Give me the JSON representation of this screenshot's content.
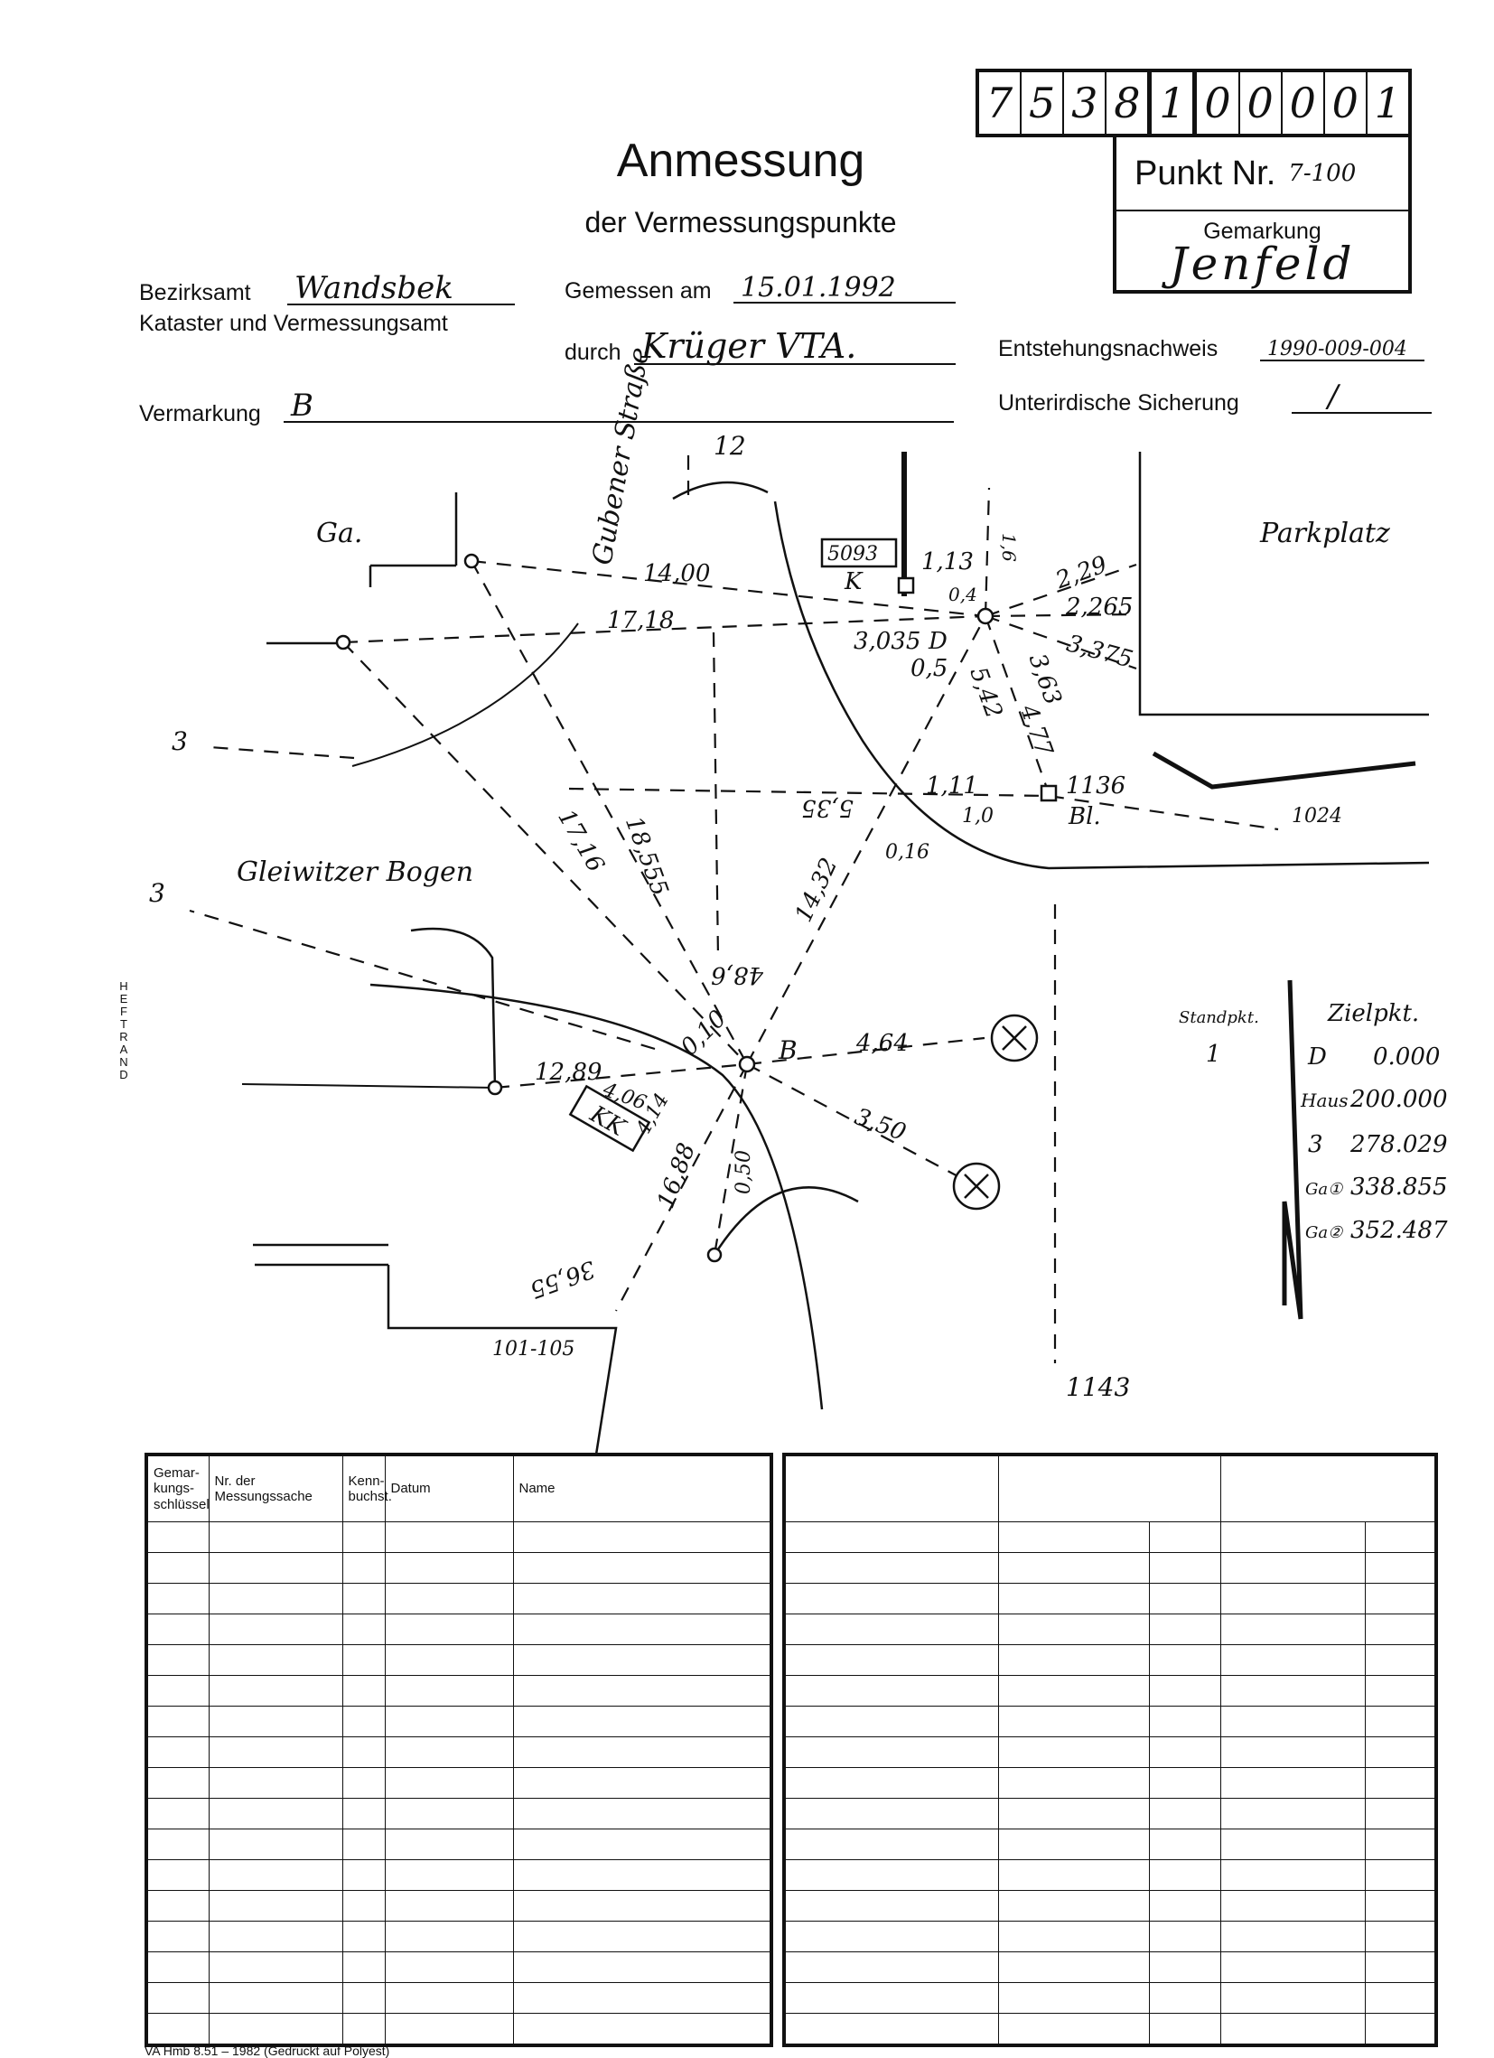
{
  "number_box": {
    "digits": [
      "7",
      "5",
      "3",
      "8",
      "1",
      "0",
      "0",
      "0",
      "0",
      "1"
    ]
  },
  "punkt": {
    "label": "Punkt Nr.",
    "value": "7-100"
  },
  "gemarkung": {
    "label": "Gemarkung",
    "value": "Jenfeld"
  },
  "title": {
    "main": "Anmessung",
    "sub": "der Vermessungspunkte"
  },
  "header": {
    "bezirksamt_label": "Bezirksamt",
    "bezirksamt_value": "Wandsbek",
    "amt_label": "Kataster und Vermessungsamt",
    "gemessen_label": "Gemessen am",
    "gemessen_value": "15.01.1992",
    "durch_label": "durch",
    "durch_value": "Krüger VTA.",
    "entstehung_label": "Entstehungsnachweis",
    "entstehung_value": "1990-009-004",
    "vermarkung_label": "Vermarkung",
    "vermarkung_value": "B",
    "sicherung_label": "Unterirdische Sicherung",
    "sicherung_value": "/"
  },
  "margin_label": "HEFTRAND",
  "sketch": {
    "streets": [
      "Gubener Straße",
      "Gleiwitzer Bogen",
      "Parkplatz",
      "Ga."
    ],
    "measurements": [
      "14,00",
      "17,18",
      "17,16",
      "18,555",
      "5,35",
      "14,32",
      "3,035",
      "0,5",
      "5,42",
      "3,63",
      "4,77",
      "2,29",
      "2,265",
      "3,375",
      "1,13",
      "0,4",
      "1,6",
      "1,11",
      "1,0",
      "0,16",
      "48,6",
      "0,10",
      "4,64",
      "3,50",
      "12,89",
      "4,06",
      "4,14",
      "16,88",
      "0,50",
      "36,55"
    ],
    "point_labels": [
      "5093",
      "K",
      "D",
      "1136",
      "Bl.",
      "1024",
      "1143",
      "12",
      "3",
      "3",
      "B",
      "KK",
      "101-105"
    ]
  },
  "legend": {
    "standpkt_label": "Standpkt.",
    "standpkt_value": "1",
    "zielpkt_label": "Zielpkt.",
    "rows": [
      {
        "ziel": "D",
        "value": "0.000"
      },
      {
        "ziel": "Haus",
        "value": "200.000"
      },
      {
        "ziel": "3",
        "value": "278.029"
      },
      {
        "ziel": "Ga①",
        "value": "338.855"
      },
      {
        "ziel": "Ga②",
        "value": "352.487"
      }
    ]
  },
  "table": {
    "headers": [
      "Gemar-kungs-schlüssel",
      "Nr. der Messungssache",
      "Kenn-buchst.",
      "Datum",
      "Name"
    ]
  },
  "footer": "VA Hmb 8.51 – 1982 (Gedruckt auf Polyest)"
}
